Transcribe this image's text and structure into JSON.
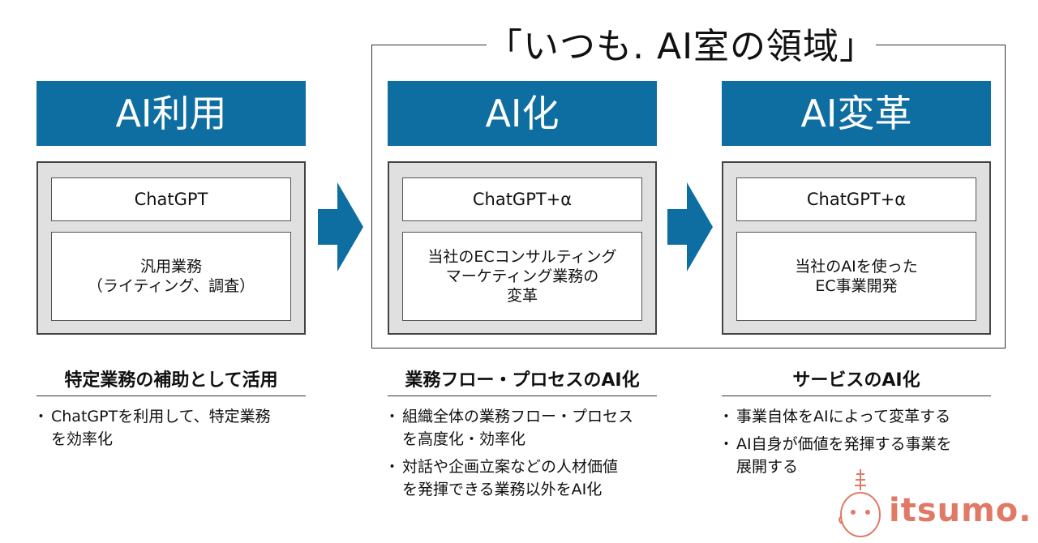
{
  "bracket": {
    "title": "「いつも. AI室の領域」"
  },
  "columns": [
    {
      "header": "AI利用",
      "tool": "ChatGPT",
      "task_lines": [
        "汎用業務",
        "（ライティング、調査）"
      ],
      "section_title": "特定業務の補助として活用",
      "bullets": [
        [
          "ChatGPTを利用して、特定業務",
          "を効率化"
        ]
      ]
    },
    {
      "header": "AI化",
      "tool": "ChatGPT+α",
      "task_lines": [
        "当社のECコンサルティング",
        "マーケティング業務の",
        "変革"
      ],
      "section_title": "業務フロー・プロセスのAI化",
      "bullets": [
        [
          "組織全体の業務フロー・プロセス",
          "を高度化・効率化"
        ],
        [
          "対話や企画立案などの人材価値",
          "を発揮できる業務以外をAI化"
        ]
      ]
    },
    {
      "header": "AI変革",
      "tool": "ChatGPT+α",
      "task_lines": [
        "当社のAIを使った",
        "EC事業開発"
      ],
      "section_title": "サービスのAI化",
      "bullets": [
        [
          "事業自体をAIによって変革する"
        ],
        [
          "AI自身が価値を発揮する事業を",
          "展開する"
        ]
      ]
    }
  ],
  "colors": {
    "header": "#0e6ea2",
    "panel": "#e0e0e0",
    "logo": "#e07a67"
  },
  "logo": {
    "text": "itsumo.",
    "icon": "itsumo-mascot-icon"
  }
}
